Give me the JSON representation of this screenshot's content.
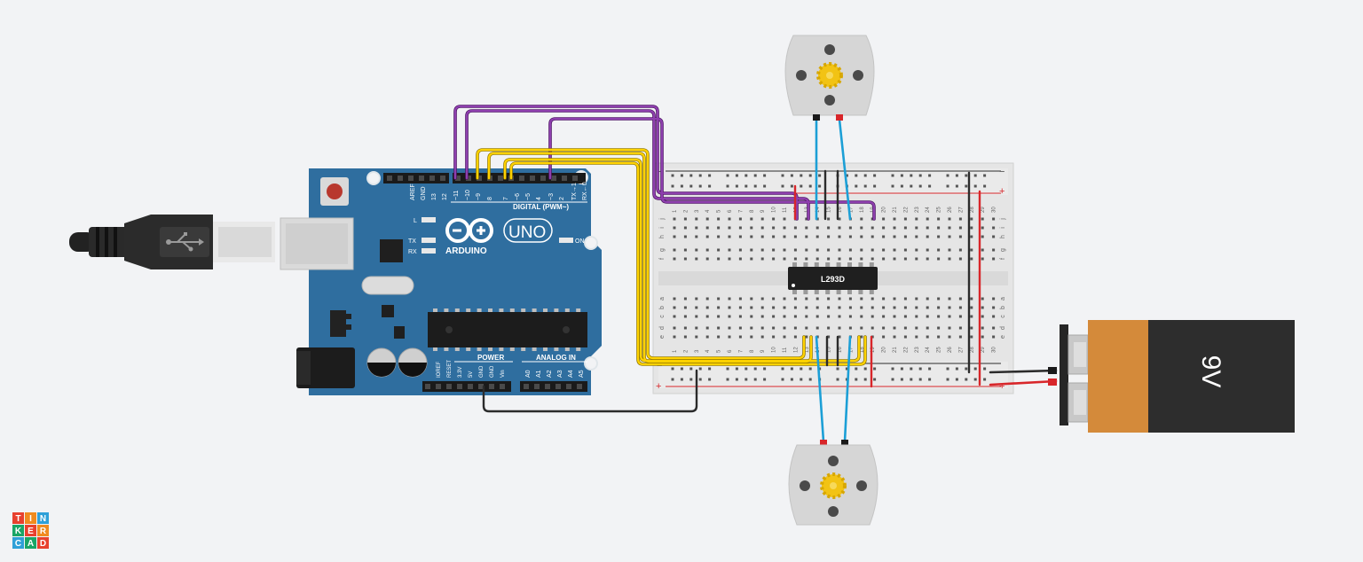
{
  "arduino": {
    "brand": "ARDUINO",
    "model": "UNO",
    "digital_header": "DIGITAL (PWM~)",
    "power_header": "POWER",
    "analog_header": "ANALOG IN",
    "led_l": "L",
    "led_tx": "TX",
    "led_rx": "RX",
    "led_on": "ON",
    "digital_pins": [
      "AREF",
      "GND",
      "13",
      "12",
      "~11",
      "~10",
      "~9",
      "8",
      "7",
      "~6",
      "~5",
      "4",
      "~3",
      "2",
      "TX→1",
      "RX←0"
    ],
    "power_pins": [
      "IOREF",
      "RESET",
      "3.3V",
      "5V",
      "GND",
      "GND",
      "Vin"
    ],
    "analog_pins": [
      "A0",
      "A1",
      "A2",
      "A3",
      "A4",
      "A5"
    ]
  },
  "breadboard": {
    "rows_top": [
      "j",
      "i",
      "h",
      "g",
      "f"
    ],
    "rows_bottom": [
      "e",
      "d",
      "c",
      "b",
      "a"
    ],
    "column_numbers": [
      "1",
      "2",
      "3",
      "4",
      "5",
      "6",
      "7",
      "8",
      "9",
      "10",
      "11",
      "12",
      "13",
      "14",
      "15",
      "16",
      "17",
      "18",
      "19",
      "20",
      "21",
      "22",
      "23",
      "24",
      "25",
      "26",
      "27",
      "28",
      "29",
      "30"
    ],
    "rail_minus": "−",
    "rail_plus": "+"
  },
  "driver_chip": {
    "label": "L293D"
  },
  "battery": {
    "label": "9V"
  },
  "logo": {
    "letters": [
      "T",
      "I",
      "N",
      "K",
      "E",
      "R",
      "C",
      "A",
      "D"
    ]
  },
  "colors": {
    "background": "#f2f3f5",
    "arduino_board": "#2f6e9f",
    "wire_purple": "#7b2d9b",
    "wire_yellow": "#ffd200",
    "wire_blue": "#1c9fd6",
    "wire_black": "#2b2b2b",
    "wire_red": "#d8262a",
    "battery_orange": "#d48a3a",
    "battery_black": "#2d2d2d"
  }
}
